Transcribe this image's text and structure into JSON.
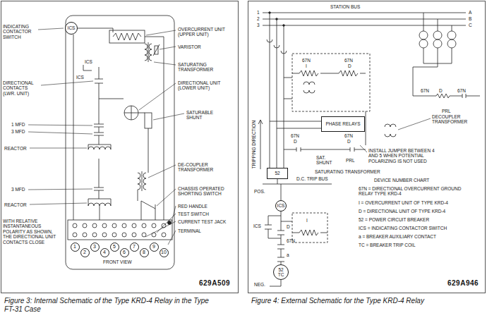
{
  "diagram": {
    "nodes": [
      {
        "text": [
          "ICS"
        ]
      },
      {
        "text": [
          "1"
        ]
      },
      {
        "text": [
          "2"
        ]
      },
      {
        "text": [
          "3"
        ]
      },
      {
        "text": [
          "4"
        ]
      },
      {
        "text": [
          "5"
        ]
      },
      {
        "text": [
          "6"
        ]
      },
      {
        "text": [
          "7"
        ]
      },
      {
        "text": [
          "8"
        ]
      },
      {
        "text": [
          "9"
        ]
      },
      {
        "text": [
          "10"
        ]
      },
      {
        "text": [
          "PHASE RELAYS"
        ]
      },
      {
        "text": [
          "52"
        ]
      },
      {
        "text": [
          "ICS"
        ]
      },
      {
        "text": [
          "52 TC"
        ]
      }
    ],
    "edges": [
      {
        "from": 13,
        "to": 14,
        "arrow": "none"
      }
    ],
    "labels": [
      "INDICATING CONTACTOR SWITCH",
      "DIRECTIONAL CONTACTS (LWR. UNIT)",
      "1 MFD",
      "3 MFD",
      "REACTOR",
      "3 MFD",
      "REACTOR",
      "WITH RELATIVE INSTANTANEOUS POLARITY AS SHOWN, THE DIRECTIONAL UNIT CONTACTS CLOSE",
      "OVERCURRENT UNIT (UPPER UNIT)",
      "VARISTOR",
      "SATURATING TRANSFORMER",
      "DIRECTIONAL UNIT (LOWER UNIT)",
      "SATURABLE SHUNT",
      "DE-COUPLER TRANSFORMER",
      "CHASSIS OPERATED SHORTING SWITCH",
      "RED HANDLE",
      "TEST SWITCH",
      "CURRENT TEST JACK",
      "TERMINAL",
      "FRONT VIEW",
      "ICS",
      "ICS",
      "629A509",
      "Figure 3: Internal Schematic of the Type KRD-4 Relay in the Type FT-31 Case",
      "STATION BUS",
      "1",
      "2",
      "3",
      "A",
      "B",
      "C",
      "TRIPPING DIRECTION",
      "67N",
      "I",
      "67N",
      "D",
      "67N",
      "D",
      "67N",
      "PRL",
      "DECOUPLER TRANSFORMER",
      "67N",
      "D",
      "67N",
      "D",
      "INSTALL JUMPER BETWEEN 4 AND 5 WHEN POTENTIAL POLARIZING IS NOT USED",
      "SAT. SHUNT",
      "PRL",
      "SATURATING TRANSFORMER",
      "D.C. TRIP BUS",
      "POS.",
      "DEVICE NUMBER CHART",
      "67N = DIRECTIONAL OVERCURRENT GROUND RELAY TYPE KRD-4",
      "I = OVERCURRENT UNIT OF TYPE KRD-4",
      "D = DIRECTIONAL UNIT OF TYPE KRD-4",
      "52 = POWER CIRCUIT BREAKER",
      "ICS = INDICATING CONTACTOR SWITCH",
      "a = BREAKER AUXILIARY CONTACT",
      "TC = BREAKER TRIP COIL",
      "D",
      "ICS",
      "I",
      "67N",
      "a",
      "NEG.",
      "629A946",
      "Figure 4: External Schematic for the Type KRD-4 Relay"
    ]
  }
}
